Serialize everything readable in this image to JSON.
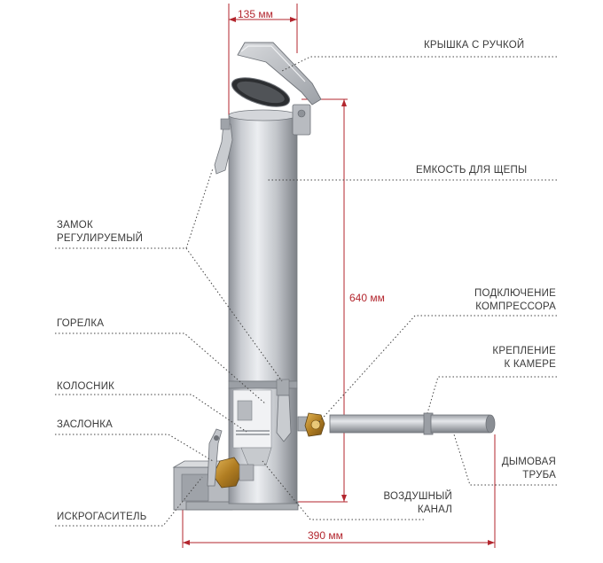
{
  "dimensions": {
    "width_top": "135 мм",
    "height": "640 мм",
    "width_bottom": "390 мм"
  },
  "labels": {
    "lid": "КРЫШКА С РУЧКОЙ",
    "container": "ЕМКОСТЬ ДЛЯ ЩЕПЫ",
    "lock_1": "ЗАМОК",
    "lock_2": "РЕГУЛИРУЕМЫЙ",
    "compressor_1": "ПОДКЛЮЧЕНИЕ",
    "compressor_2": "КОМПРЕССОРА",
    "burner": "ГОРЕЛКА",
    "mount_1": "КРЕПЛЕНИЕ",
    "mount_2": "К КАМЕРЕ",
    "grate": "КОЛОСНИК",
    "damper": "ЗАСЛОНКА",
    "smoke_pipe_1": "ДЫМОВАЯ",
    "smoke_pipe_2": "ТРУБА",
    "air_channel_1": "ВОЗДУШНЫЙ",
    "air_channel_2": "КАНАЛ",
    "spark_arrester": "ИСКРОГАСИТЕЛЬ"
  },
  "colors": {
    "dimension": "#b3262e",
    "leader": "#444444",
    "text": "#3a3a3a"
  }
}
